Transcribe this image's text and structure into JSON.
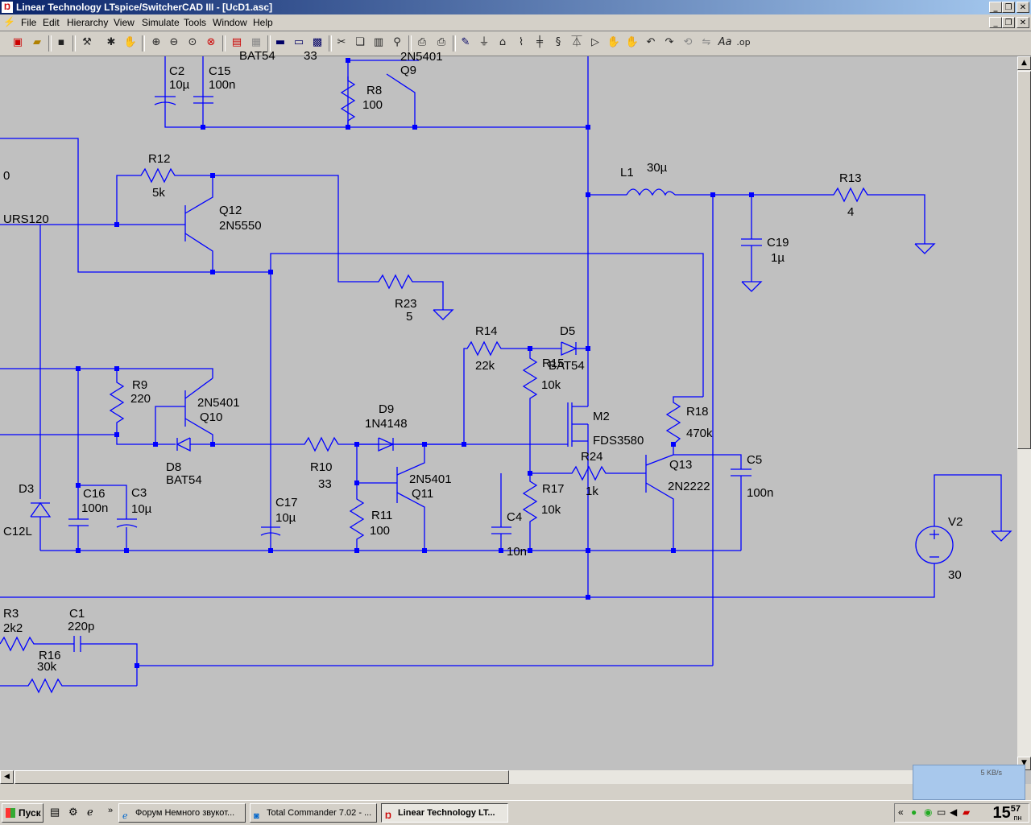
{
  "window": {
    "title": "Linear Technology LTspice/SwitcherCAD III - [UcD1.asc]",
    "app_icon": "ltspice-logo-icon",
    "controls": [
      "minimize",
      "maximize",
      "close"
    ]
  },
  "menu": {
    "items": [
      "File",
      "Edit",
      "Hierarchy",
      "View",
      "Simulate",
      "Tools",
      "Window",
      "Help"
    ]
  },
  "toolbar": {
    "icons": [
      "new-schematic-icon",
      "open-icon",
      "save-icon",
      "hammer-icon",
      "run-icon",
      "pan-icon",
      "zoom-in-icon",
      "zoom-out-icon",
      "zoom-area-icon",
      "zoom-cancel-icon",
      "waveform-icon",
      "waveform-grid-icon",
      "tile-icon",
      "cascade-icon",
      "close-windows-icon",
      "cut-icon",
      "copy-icon",
      "paste-icon",
      "find-icon",
      "print-setup-icon",
      "print-icon",
      "wire-icon",
      "ground-icon",
      "label-icon",
      "resistor-icon",
      "capacitor-icon",
      "inductor-icon",
      "diode-icon",
      "component-icon",
      "move-icon",
      "drag-icon",
      "undo-icon",
      "redo-icon",
      "rotate-icon",
      "mirror-icon",
      "text-icon",
      "spice-directive-icon"
    ],
    "spice_directive_label": ".op",
    "text_label": "Aa"
  },
  "schematic": {
    "wire_color": "#0000ff",
    "labels": {
      "bat54_top": "BAT54",
      "c_top": "33",
      "q9_model": "2N5401",
      "q9": "Q9",
      "c2": "C2",
      "c2_val": "10µ",
      "c15": "C15",
      "c15_val": "100n",
      "r8": "R8",
      "r8_val": "100",
      "r12": "R12",
      "r12_val": "5k",
      "q12": "Q12",
      "q12_model": "2N5550",
      "zero": "0",
      "urs120": "URS120",
      "l1": "L1",
      "l1_val": "30µ",
      "r13": "R13",
      "r13_val": "4",
      "c19": "C19",
      "c19_val": "1µ",
      "r23": "R23",
      "r23_val": "5",
      "r14": "R14",
      "r14_val": "22k",
      "d5": "D5",
      "r15": "R15",
      "d5_model": "BAT54",
      "r15_val": "10k",
      "r9": "R9",
      "r9_val": "220",
      "q10_model": "2N5401",
      "q10": "Q10",
      "d9": "D9",
      "d9_model": "1N4148",
      "m2": "M2",
      "m2_model": "FDS3580",
      "r18": "R18",
      "r18_val": "470k",
      "d8": "D8",
      "d8_model": "BAT54",
      "r10": "R10",
      "r10_val": "33",
      "q11_model": "2N5401",
      "q11": "Q11",
      "r24": "R24",
      "r24_val": "1k",
      "q13": "Q13",
      "q13_model": "2N2222",
      "c5": "C5",
      "c5_val": "100n",
      "d3": "D3",
      "c16": "C16",
      "c16_val": "100n",
      "c3": "C3",
      "c3_val": "10µ",
      "r17": "R17",
      "r17_val": "10k",
      "c17": "C17",
      "c17_val": "10µ",
      "r11": "R11",
      "r11_val": "100",
      "c4": "C4",
      "c4_val": "10n",
      "v2": "V2",
      "v2_val": "30",
      "c12l": "C12L",
      "r3": "R3",
      "r3_val": "2k2",
      "c1": "C1",
      "c1_val": "220p",
      "r16": "R16",
      "r16_val": "30k"
    }
  },
  "taskbar": {
    "start_label": "Пуск",
    "tasks": [
      {
        "label": "Форум Немного звукот...",
        "icon": "ie-icon",
        "active": false
      },
      {
        "label": "Total Commander 7.02 - ...",
        "icon": "total-commander-icon",
        "active": false
      },
      {
        "label": "Linear Technology LT...",
        "icon": "ltspice-icon",
        "active": true
      }
    ],
    "clock": "15",
    "clock_minutes": "57",
    "clock_day": "пн",
    "net_meter": "5 KB/s"
  }
}
